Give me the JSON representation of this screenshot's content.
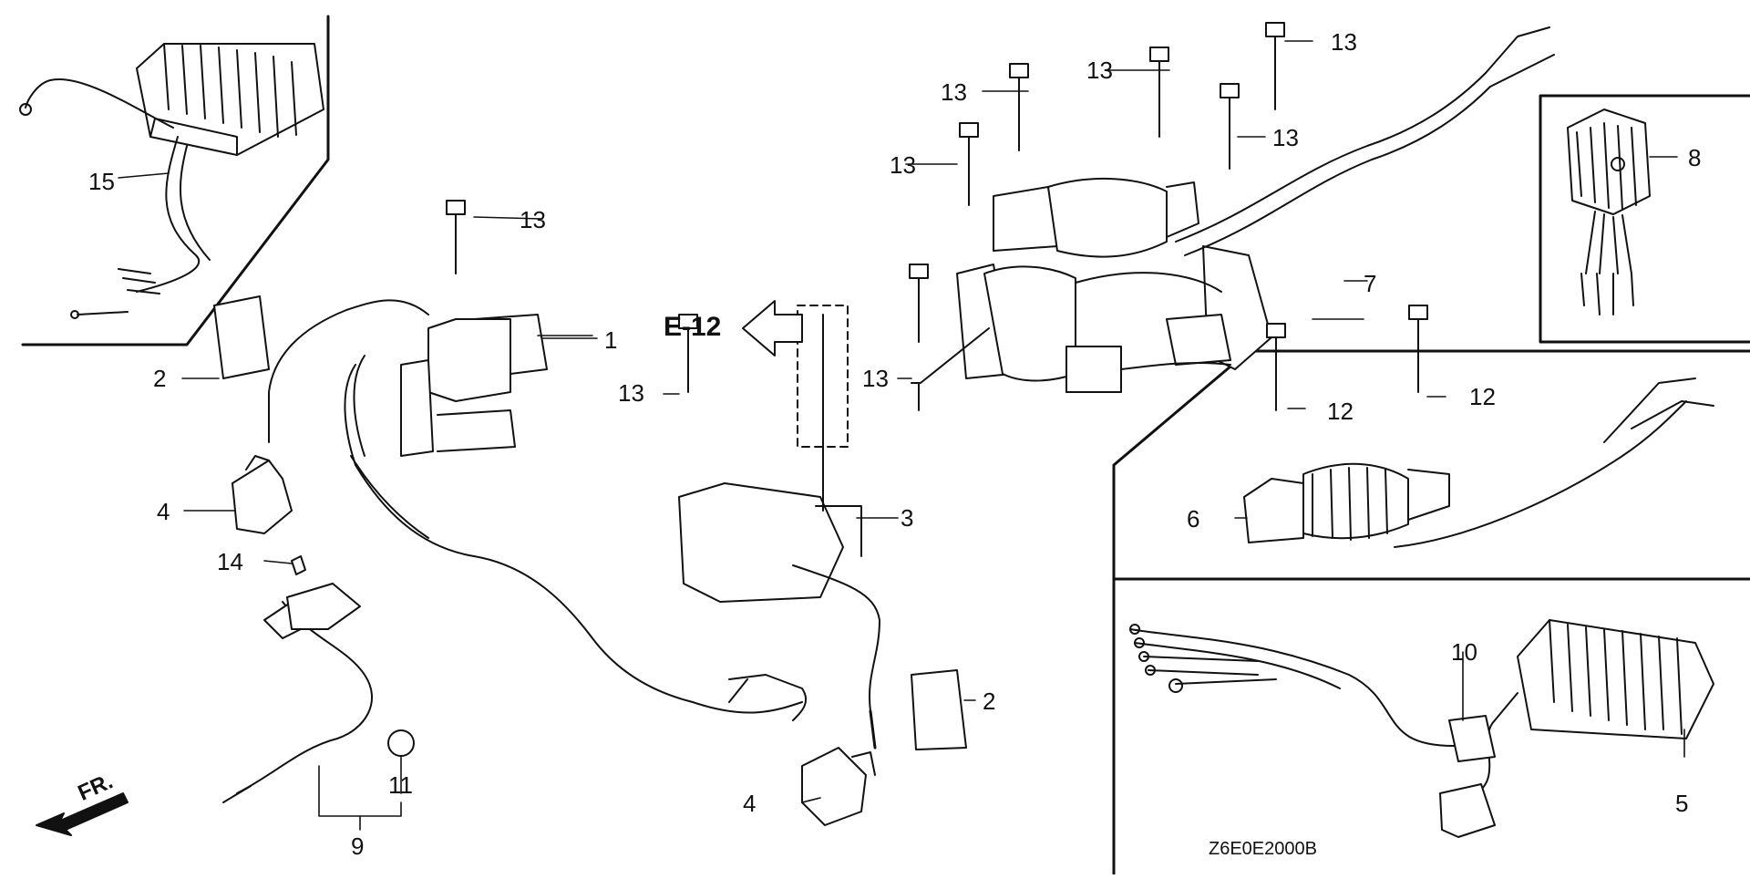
{
  "diagram": {
    "reference_code": "Z6E0E2000B",
    "section_ref": "E-12",
    "direction_marker": "FR.",
    "callouts": {
      "p1": "1",
      "p2a": "2",
      "p2b": "2",
      "p3": "3",
      "p4a": "4",
      "p4b": "4",
      "p5": "5",
      "p6": "6",
      "p7": "7",
      "p8": "8",
      "p9": "9",
      "p10": "10",
      "p11": "11",
      "p12a": "12",
      "p12b": "12",
      "p13a": "13",
      "p13b": "13",
      "p13c": "13",
      "p13d": "13",
      "p13e": "13",
      "p13f": "13",
      "p13g": "13",
      "p13h": "13",
      "p14": "14",
      "p15": "15"
    }
  }
}
